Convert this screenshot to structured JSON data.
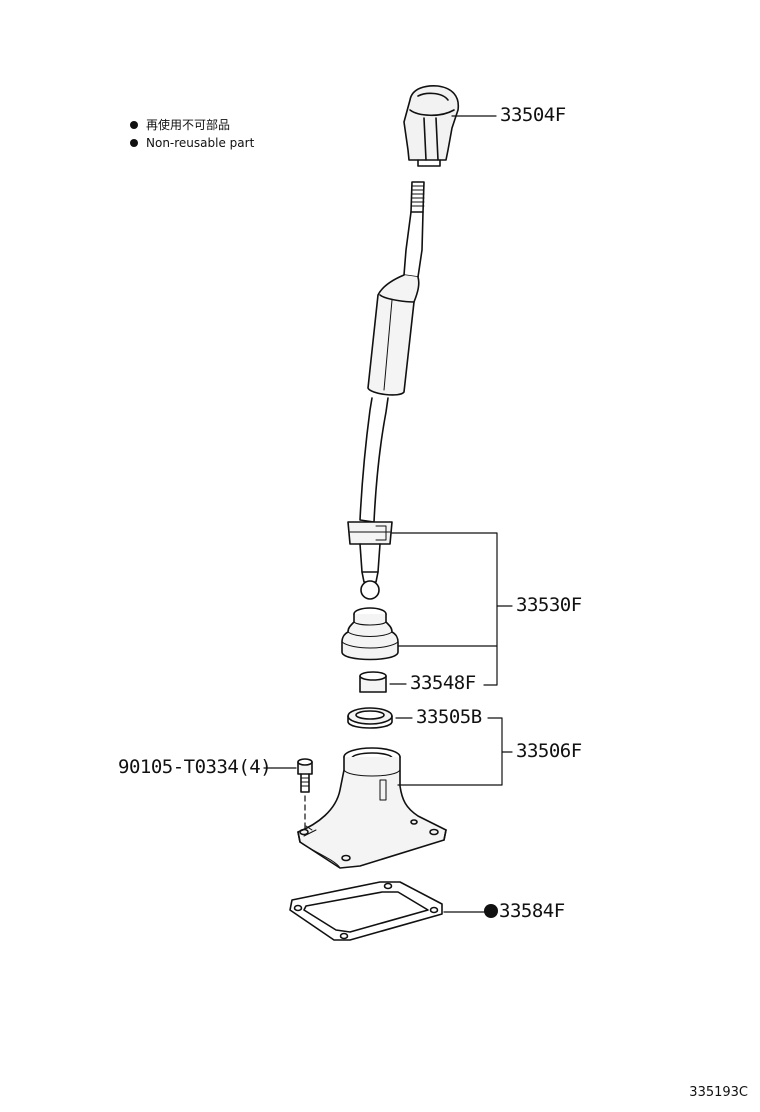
{
  "legend": {
    "jp": "再使用不可部品",
    "en": "Non-reusable part"
  },
  "parts": {
    "knob": "33504F",
    "lever_assy": "33530F",
    "bushing": "33548F",
    "seal": "33505B",
    "retainer": "33506F",
    "bolt": "90105-T0334(4)",
    "gasket": "33584F"
  },
  "illustration_code": "335193C"
}
